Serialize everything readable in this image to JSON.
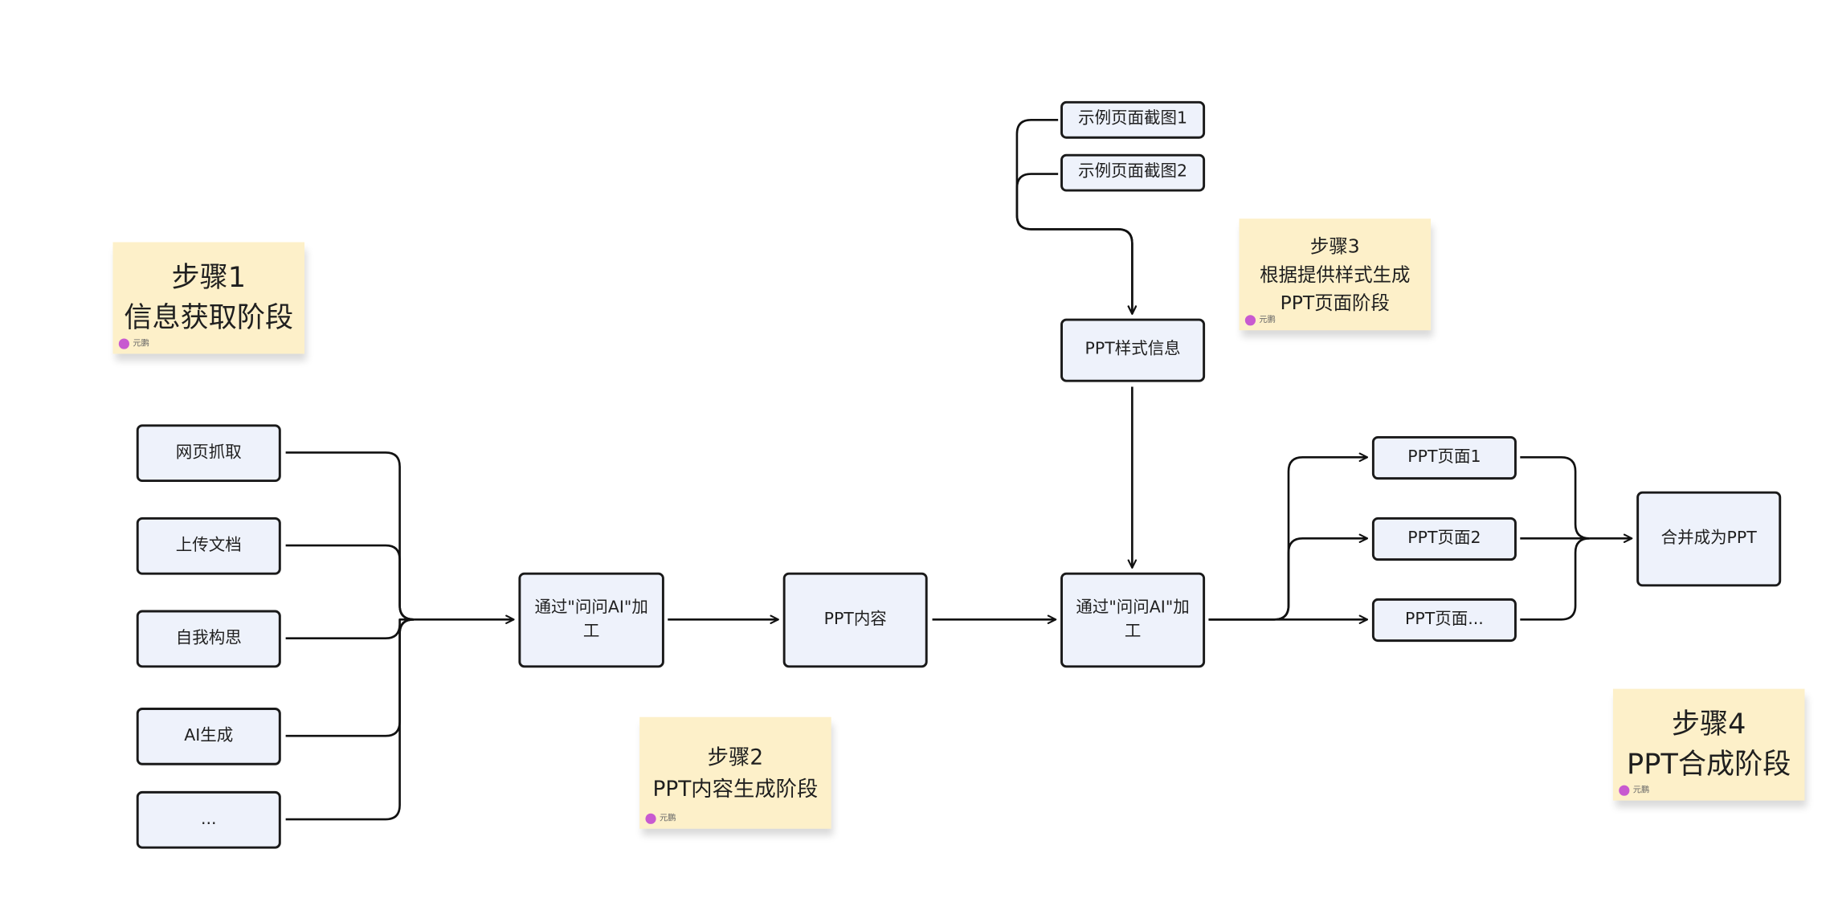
{
  "nodes": {
    "web_scrape": "网页抓取",
    "upload_doc": "上传文档",
    "self_ideation": "自我构思",
    "ai_generate": "AI生成",
    "more_sources": "...",
    "ai_process_1": "通过\"问问AI\"加工",
    "ppt_content": "PPT内容",
    "sample_screenshot_1": "示例页面截图1",
    "sample_screenshot_2": "示例页面截图2",
    "ppt_style_info": "PPT样式信息",
    "ai_process_2": "通过\"问问AI\"加工",
    "ppt_page_1": "PPT页面1",
    "ppt_page_2": "PPT页面2",
    "ppt_page_more": "PPT页面...",
    "merge_ppt": "合并成为PPT"
  },
  "stickies": {
    "step1": {
      "line1": "步骤1",
      "line2": "信息获取阶段",
      "author": "元鹏"
    },
    "step2": {
      "line1": "步骤2",
      "line2": "PPT内容生成阶段",
      "author": "元鹏"
    },
    "step3": {
      "line1": "步骤3",
      "line2": "根据提供样式生成",
      "line3": "PPT页面阶段",
      "author": "元鹏"
    },
    "step4": {
      "line1": "步骤4",
      "line2": "PPT合成阶段",
      "author": "元鹏"
    }
  },
  "colors": {
    "node_fill": "#eef2fb",
    "node_border": "#1a1a1a",
    "sticky_fill": "#fdf0c9",
    "connector": "#111111",
    "avatar": "#c85ad0"
  }
}
